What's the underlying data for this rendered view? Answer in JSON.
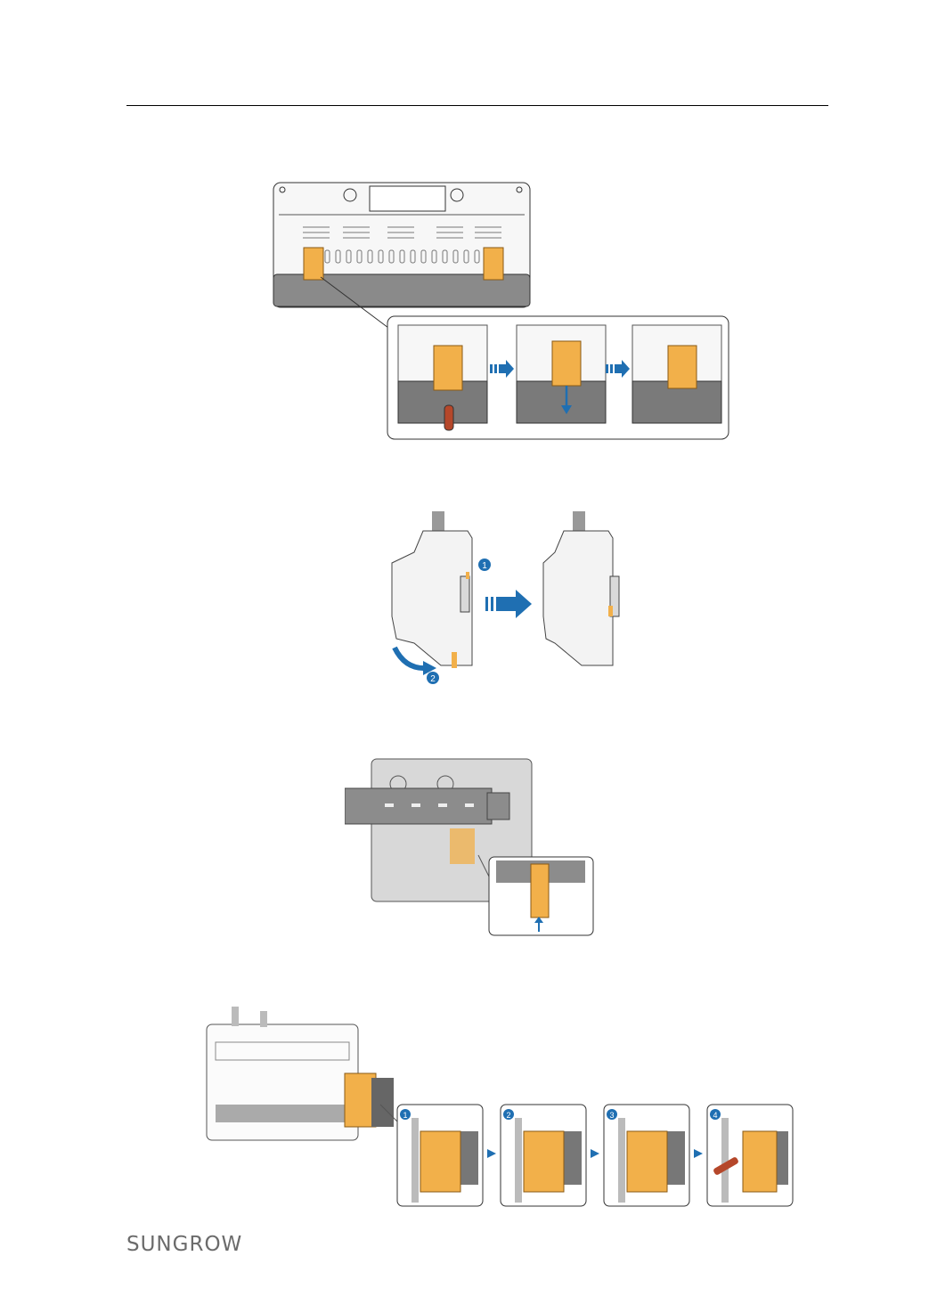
{
  "header": {
    "rule": true
  },
  "figures": [
    {
      "name": "figure-1",
      "description_ref": "module-clip-release",
      "step_badges": []
    },
    {
      "name": "figure-2",
      "step_badges": [
        "1",
        "2"
      ]
    },
    {
      "name": "figure-3",
      "step_badges": []
    },
    {
      "name": "figure-4",
      "step_badges": [
        "1",
        "2",
        "3",
        "4"
      ]
    }
  ],
  "footer": {
    "logo_text": "SUNGROW"
  },
  "colors": {
    "accent_orange": "#f2b04a",
    "arrow_blue": "#1f6fb2",
    "device_gray": "#e8e8e8",
    "rail_gray": "#8c8c8c"
  }
}
